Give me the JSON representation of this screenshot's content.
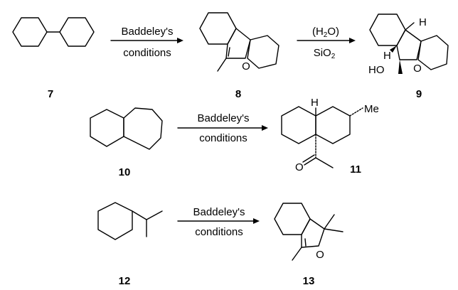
{
  "scheme": {
    "compounds": [
      {
        "id": "7",
        "label": "7"
      },
      {
        "id": "8",
        "label": "8"
      },
      {
        "id": "9",
        "label": "9"
      },
      {
        "id": "10",
        "label": "10"
      },
      {
        "id": "11",
        "label": "11"
      },
      {
        "id": "12",
        "label": "12"
      },
      {
        "id": "13",
        "label": "13"
      }
    ],
    "arrows": [
      {
        "above": "Baddeley's",
        "below": "conditions"
      },
      {
        "above": "(H2O)",
        "below": "SiO2"
      },
      {
        "above": "Baddeley's",
        "below": "conditions"
      },
      {
        "above": "Baddeley's",
        "below": "conditions"
      }
    ],
    "atoms": {
      "o8": "O",
      "o9": "O",
      "ho9": "HO",
      "h9_top": "H",
      "h9_mid": "H",
      "h11": "H",
      "me11": "Me",
      "o11": "O",
      "o13": "O"
    }
  }
}
